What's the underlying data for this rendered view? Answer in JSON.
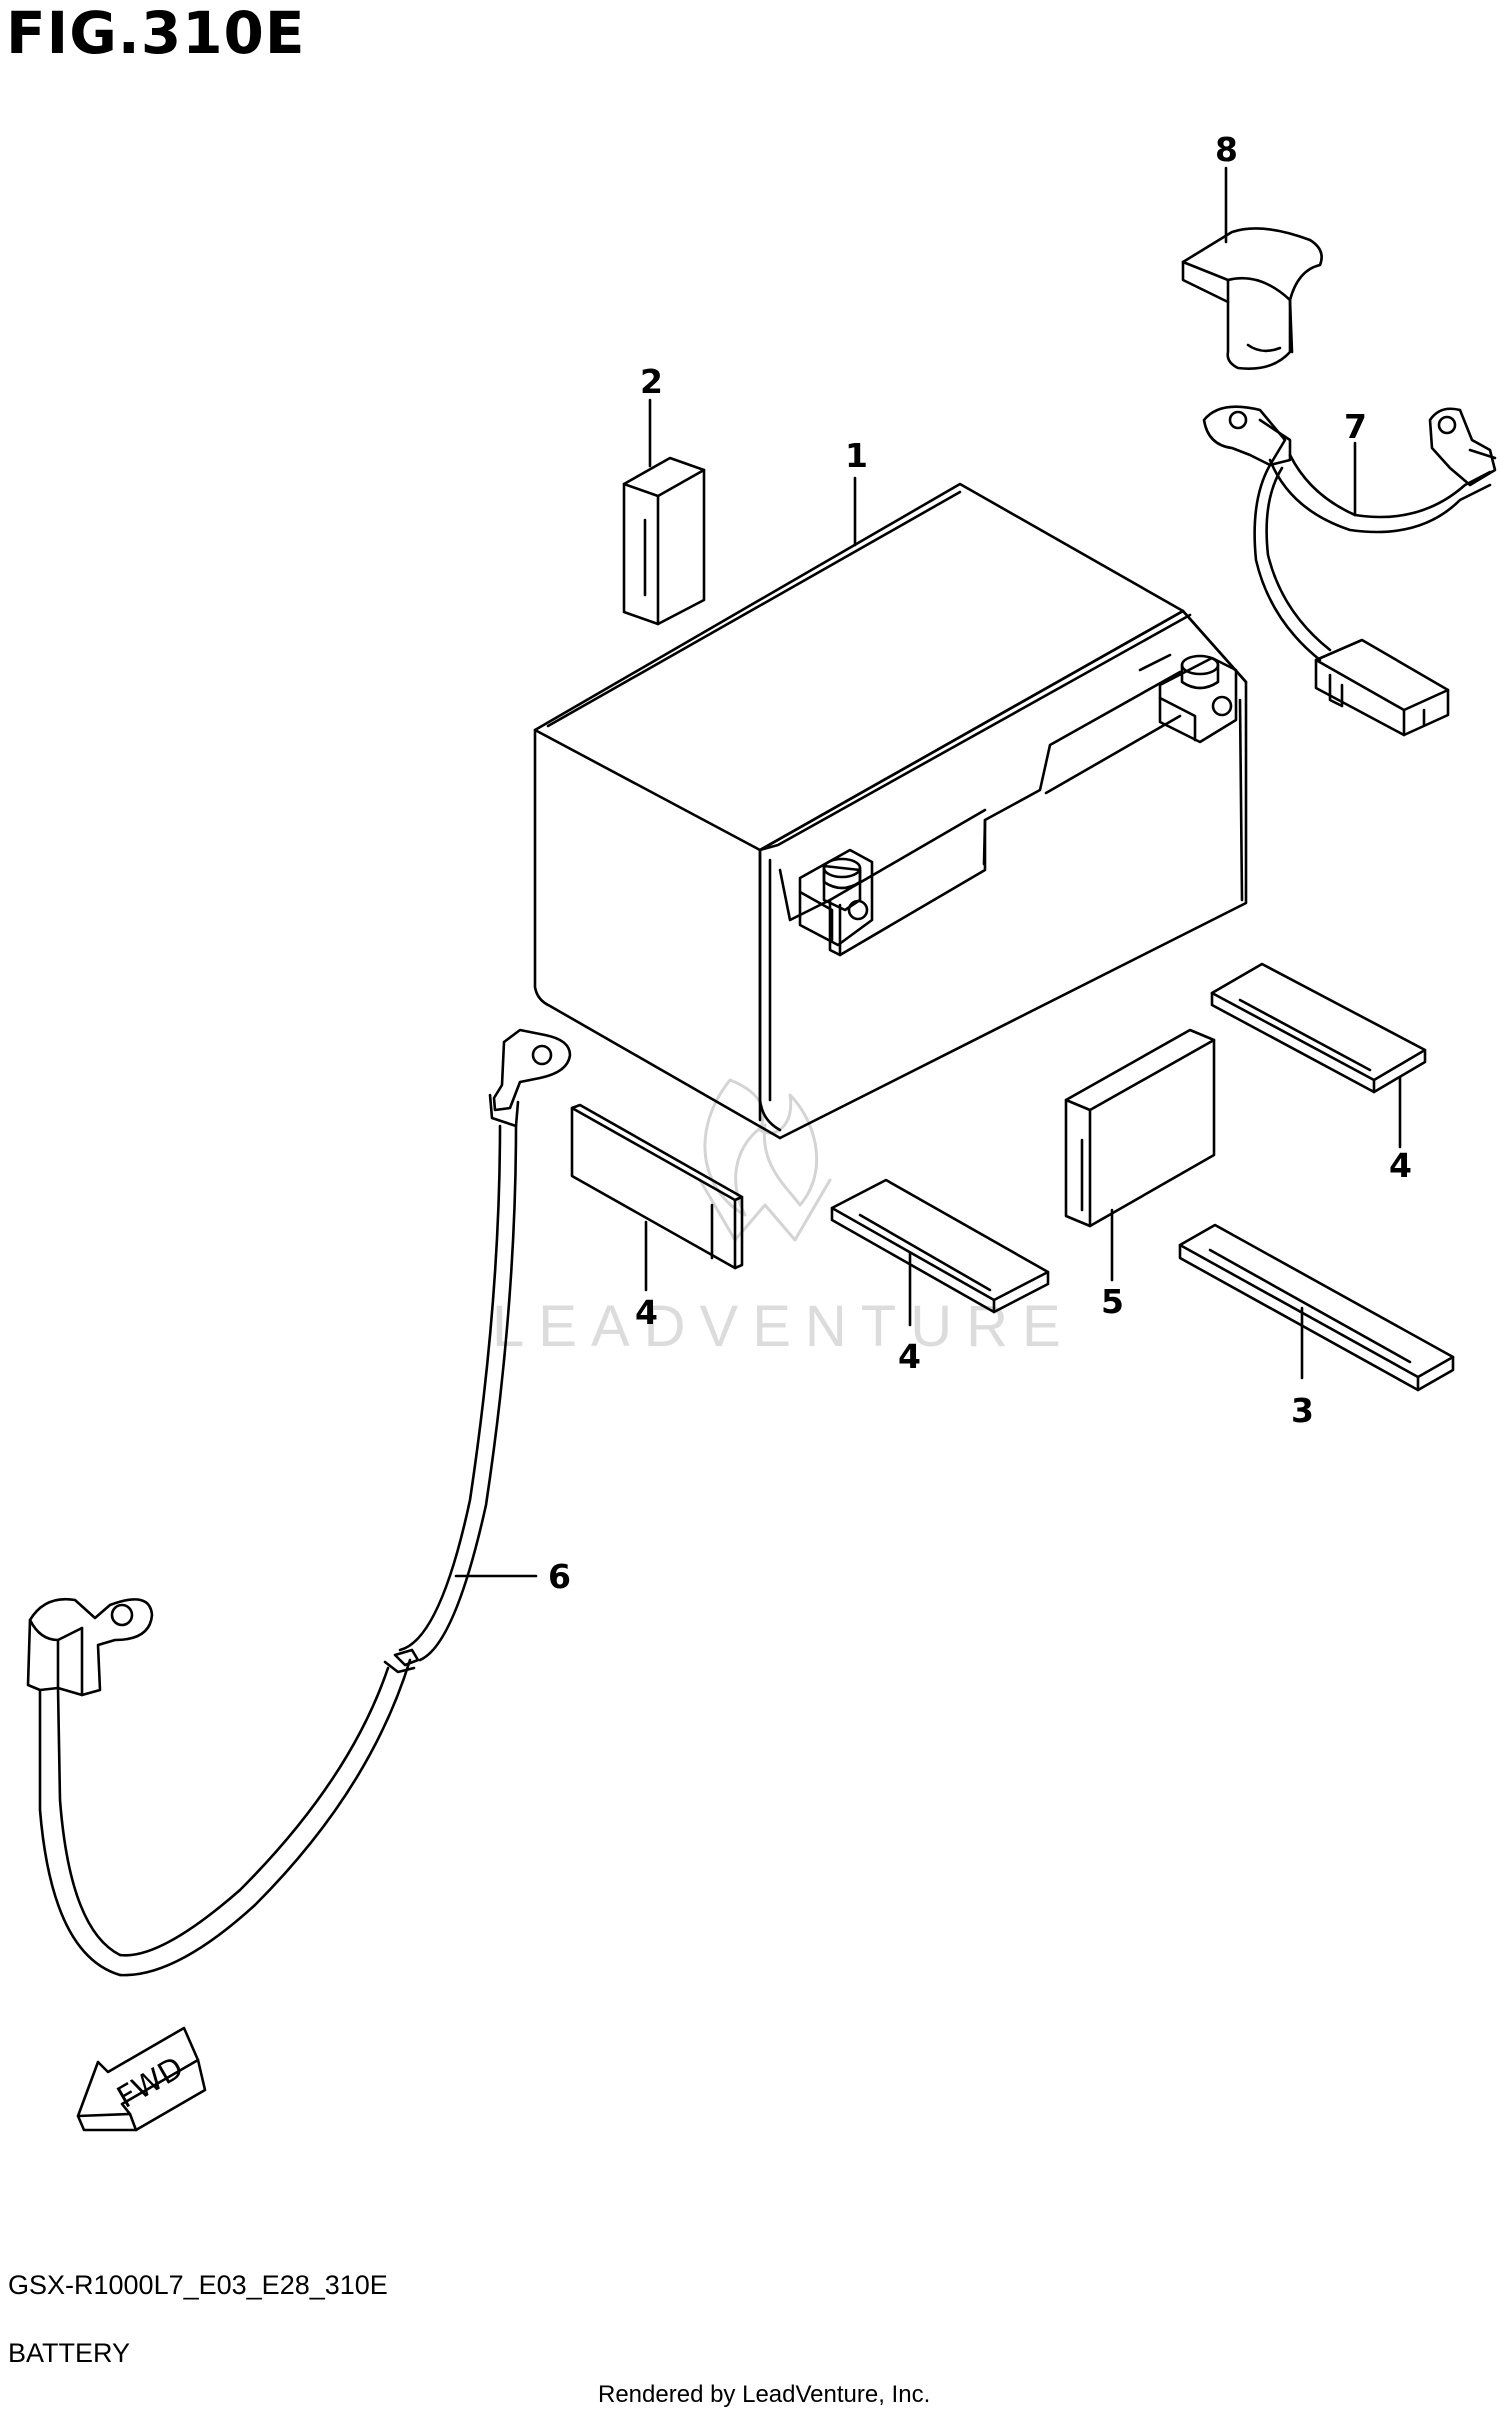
{
  "figure_title": "FIG.310E",
  "watermark": "LEADVENTURE",
  "fwd_label": "FWD",
  "callouts": {
    "c1": "1",
    "c2": "2",
    "c3": "3",
    "c4a": "4",
    "c4b": "4",
    "c4c": "4",
    "c5": "5",
    "c6": "6",
    "c7": "7",
    "c8": "8"
  },
  "footer": {
    "model_code": "GSX-R1000L7_E03_E28_310E",
    "caption": "BATTERY",
    "credit": "Rendered by LeadVenture, Inc."
  }
}
